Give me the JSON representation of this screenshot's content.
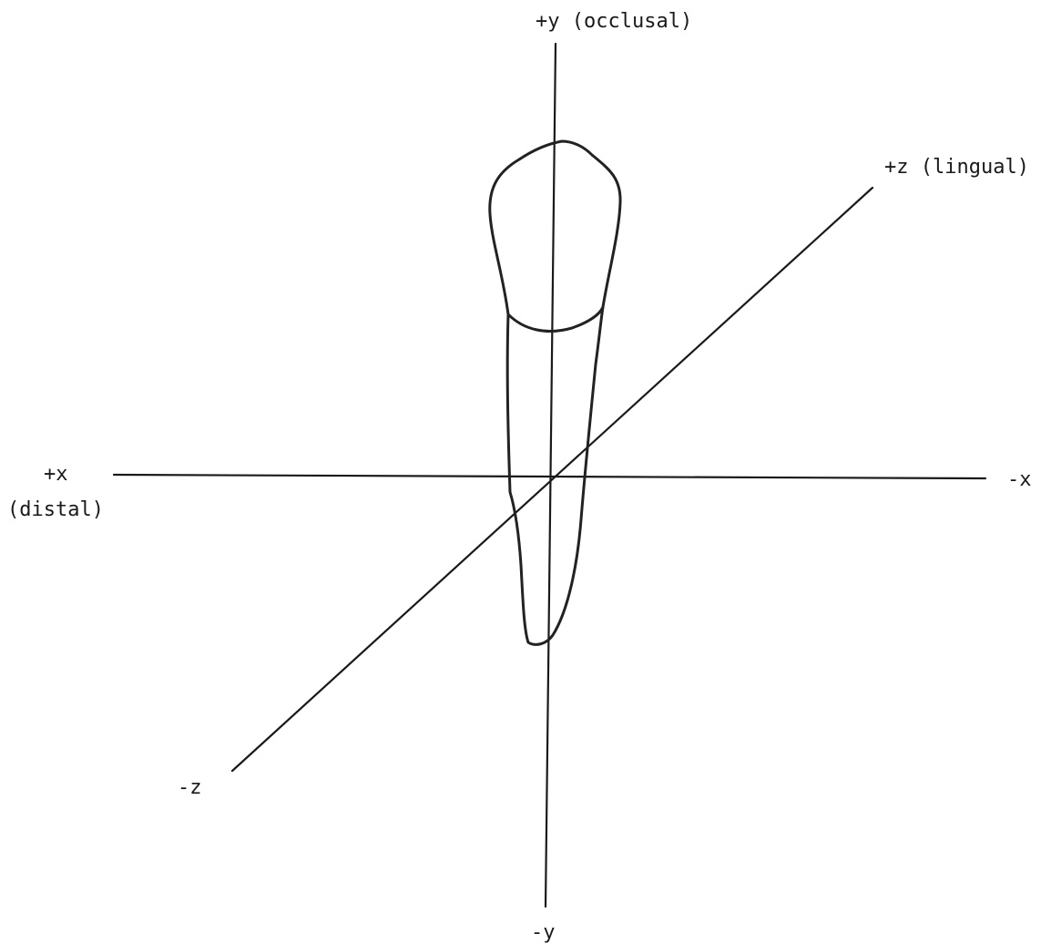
{
  "labels": {
    "pos_y": "+y (occlusal)",
    "neg_y": "-y",
    "pos_x": "+x",
    "pos_x_sub": "(distal)",
    "neg_x": "-x",
    "pos_z": "+z (lingual)",
    "neg_z": "-z"
  },
  "colors": {
    "ink": "#1a1a1a",
    "background": "#ffffff"
  }
}
